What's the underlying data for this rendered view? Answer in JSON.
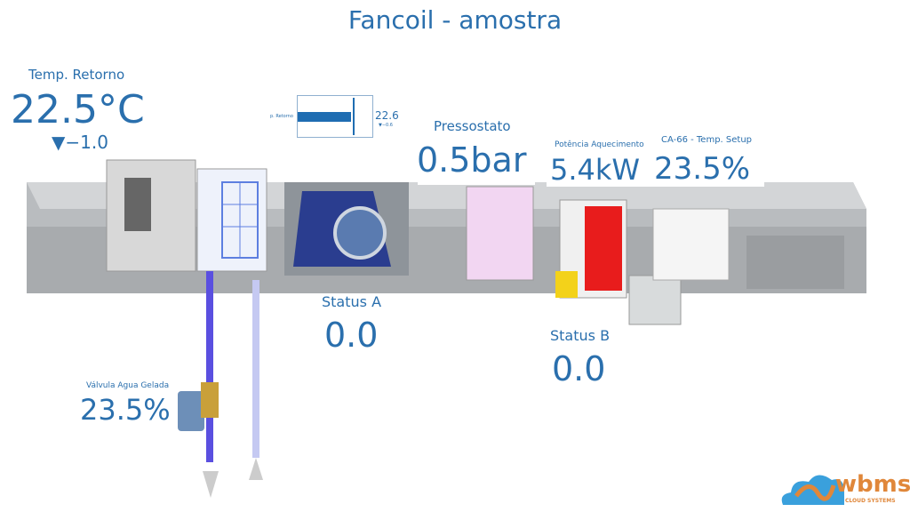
{
  "title": "Fancoil - amostra",
  "temp_retorno": {
    "label": "Temp. Retorno",
    "value": "22.5°C",
    "delta": "▼−1.0"
  },
  "bullet": {
    "label": "p. Retorno",
    "value": "22.6",
    "delta": "▼−0.6",
    "fill_fraction": 0.72,
    "target_fraction": 0.74
  },
  "pressostato": {
    "label": "Pressostato",
    "value": "0.5bar"
  },
  "potencia": {
    "label": "Potência Aquecimento",
    "value": "5.4kW"
  },
  "setup": {
    "label": "CA-66 - Temp. Setup",
    "value": "23.5%"
  },
  "status_a": {
    "label": "Status A",
    "value": "0.0"
  },
  "status_b": {
    "label": "Status B",
    "value": "0.0"
  },
  "valvula": {
    "label": "Válvula Agua Gelada",
    "value": "23.5%"
  },
  "logo": {
    "name": "wbms",
    "tagline": "CLOUD SYSTEMS"
  },
  "colors": {
    "text": "#2a6fad",
    "bar": "#1f6db2",
    "heater": "#e81c1c",
    "logo_blue": "#3aa0dc",
    "logo_orange": "#e0873a"
  }
}
